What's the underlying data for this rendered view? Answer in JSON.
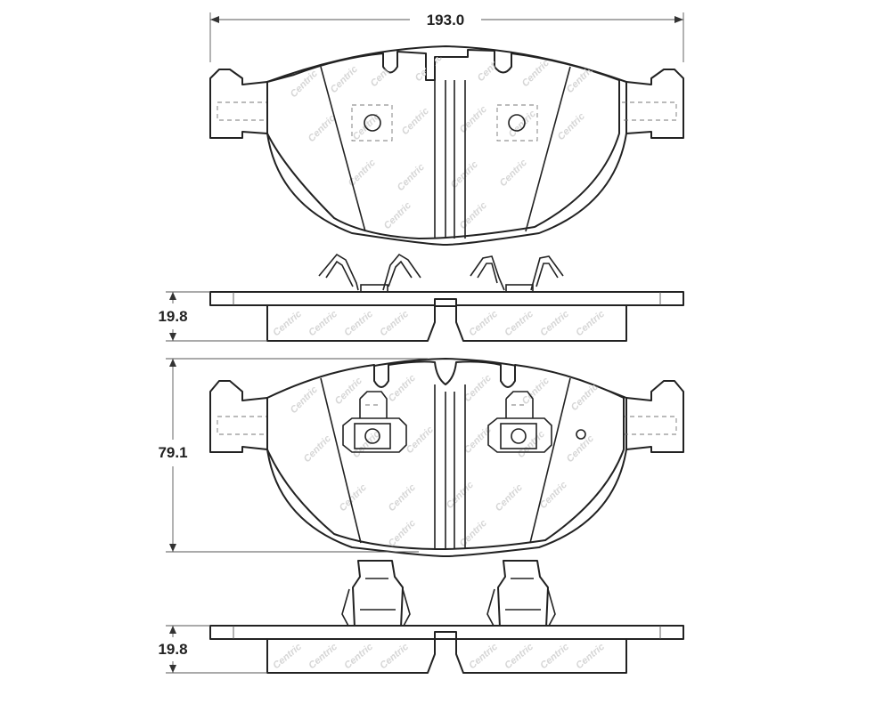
{
  "dimensions": {
    "overall_width": "193.0",
    "thickness_top": "19.8",
    "pad_height": "79.1",
    "thickness_bottom": "19.8"
  },
  "watermark_text": "Centric",
  "colors": {
    "line": "#222222",
    "watermark": "#d6d6d6",
    "background": "#ffffff"
  }
}
